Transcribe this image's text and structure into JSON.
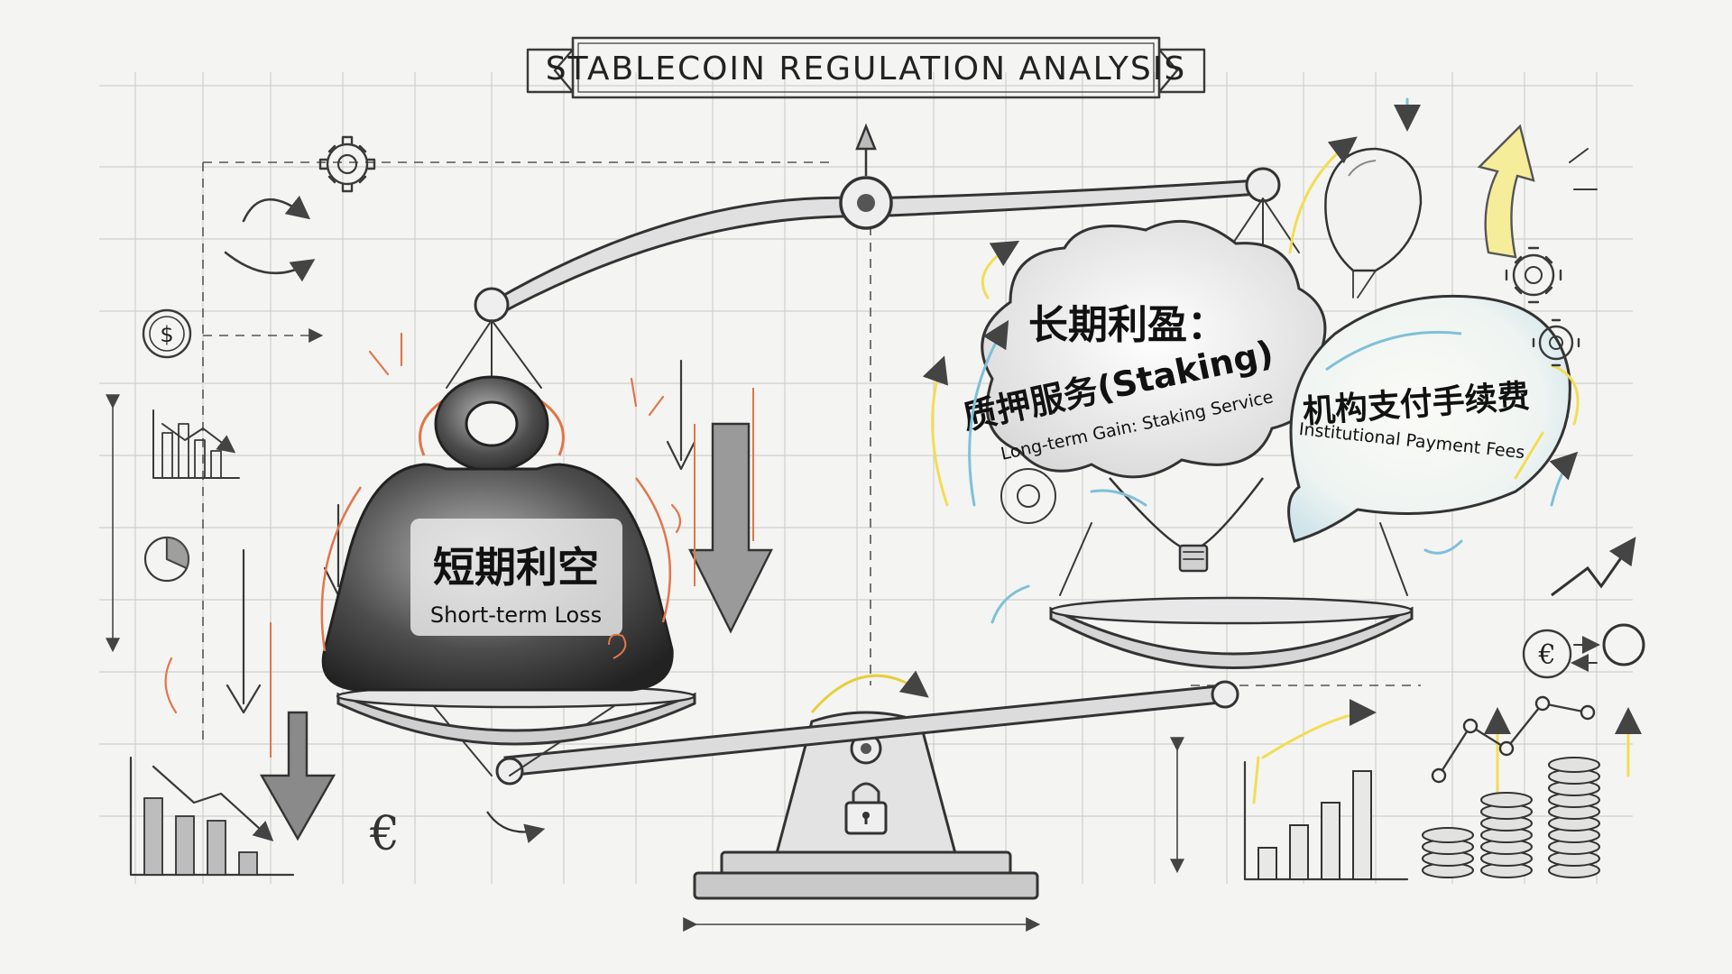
{
  "title": "STABLECOIN REGULATION ANALYSIS",
  "left_side": {
    "cn_label": "短期利空",
    "en_label": "Short-term Loss"
  },
  "right_side": {
    "cloud": {
      "cn_line1": "长期利盈：",
      "cn_line2": "质押服务(Staking)",
      "en_label": "Long-term Gain: Staking Service"
    },
    "bubble": {
      "cn_label": "机构支付手续费",
      "en_label": "Institutional Payment Fees"
    }
  },
  "symbols": {
    "dollar": "$",
    "euro_left": "€",
    "euro_right": "€"
  },
  "colors": {
    "pencil": "#3a3a3a",
    "loss_accent": "#e0764a",
    "gain_yellow": "#f2dd55",
    "gain_blue": "#7fc0d8"
  },
  "icons": [
    "gear-icon",
    "dollar-coin-icon",
    "euro-coin-icon",
    "padlock-icon",
    "hot-air-balloon-icon",
    "balloon-icon",
    "bar-chart-icon",
    "pie-chart-icon",
    "line-chart-icon",
    "coin-stack-icon"
  ]
}
